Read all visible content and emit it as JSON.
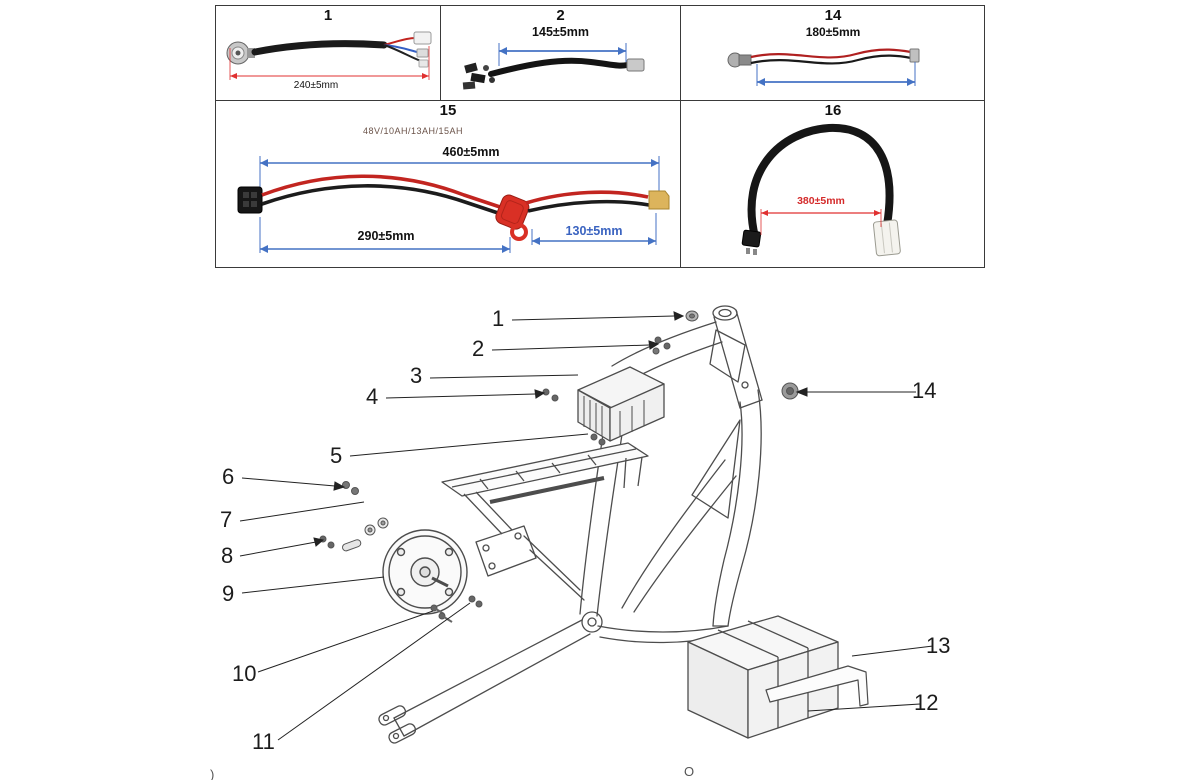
{
  "parts_table": {
    "cell1": {
      "label": "1",
      "dimension": "240±5mm"
    },
    "cell2": {
      "label": "2",
      "dimension": "145±5mm"
    },
    "cell14": {
      "label": "14",
      "dimension": "180±5mm"
    },
    "cell15": {
      "label": "15",
      "spec": "48V/10AH/13AH/15AH",
      "dim_total": "460±5mm",
      "dim_left": "290±5mm",
      "dim_right": "130±5mm"
    },
    "cell16": {
      "label": "16",
      "dimension": "380±5mm"
    }
  },
  "diagram": {
    "callouts": [
      "1",
      "2",
      "3",
      "4",
      "5",
      "6",
      "7",
      "8",
      "9",
      "10",
      "11",
      "12",
      "13",
      "14"
    ],
    "stray_marks": [
      ")",
      "O"
    ]
  },
  "colors": {
    "dimension_blue": "#4472c4",
    "dimension_red": "#e03030",
    "wire_red": "#c22520",
    "wire_black": "#1a1a1a",
    "fuse_red": "#d93025",
    "connector_yellow": "#dcb45c",
    "line_art_gray": "#4d4d4d"
  }
}
